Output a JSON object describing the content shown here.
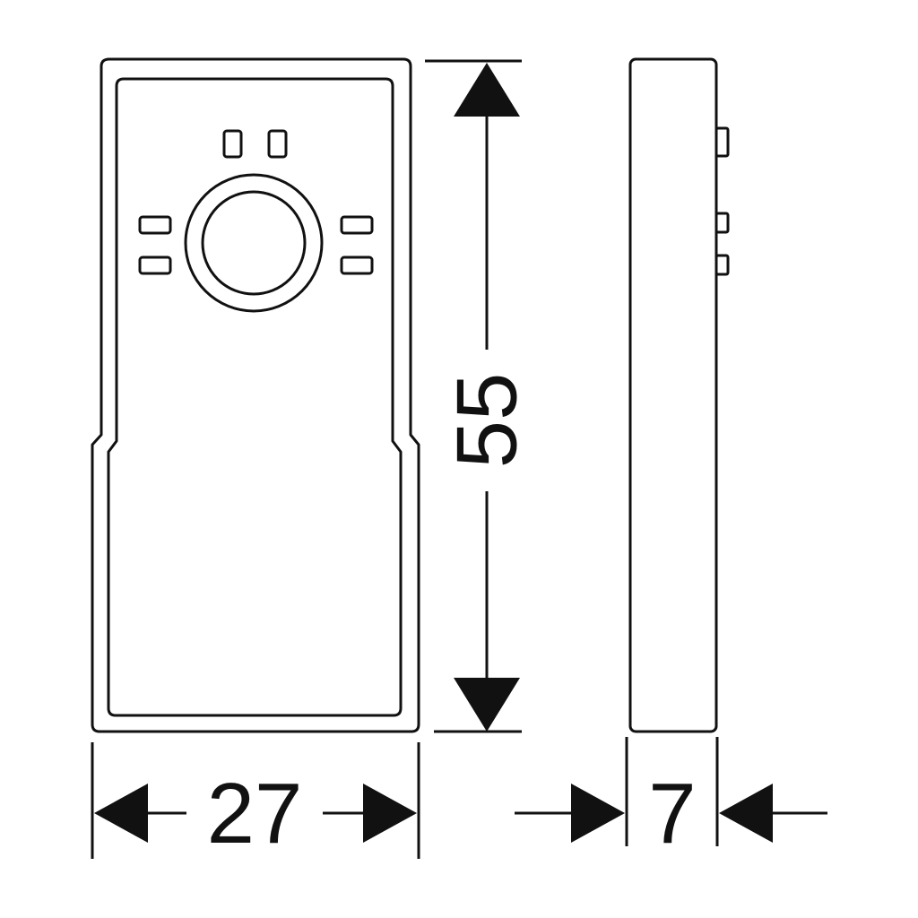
{
  "diagram": {
    "dimensions": {
      "width": "27",
      "height": "55",
      "depth": "7"
    },
    "colors": {
      "line": "#111111",
      "background": "#ffffff"
    }
  }
}
